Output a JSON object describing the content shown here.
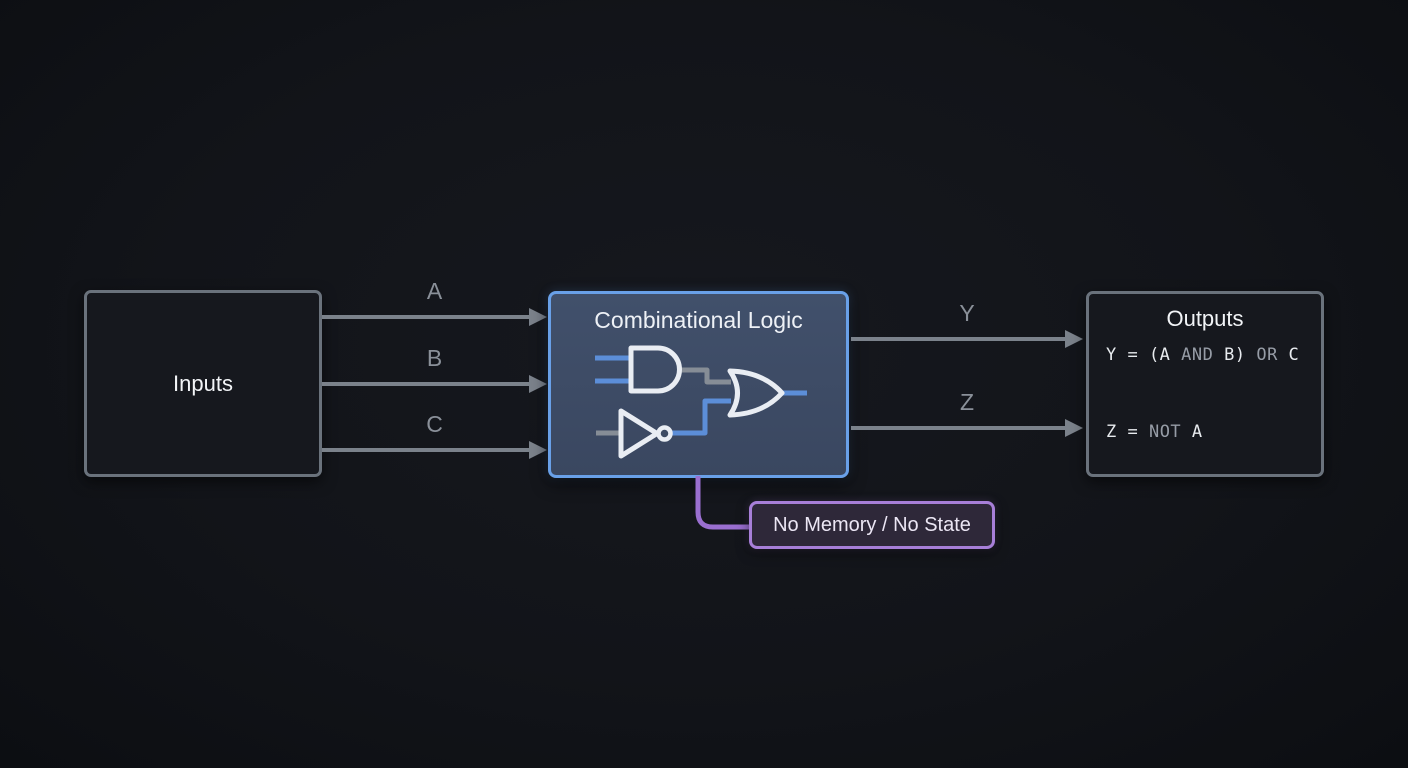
{
  "diagram": {
    "inputs_box": {
      "label": "Inputs"
    },
    "input_arrows": [
      {
        "label": "A"
      },
      {
        "label": "B"
      },
      {
        "label": "C"
      }
    ],
    "logic_box": {
      "title": "Combinational Logic",
      "gates": [
        "and-gate",
        "or-gate",
        "not-gate"
      ]
    },
    "output_arrows": [
      {
        "label": "Y"
      },
      {
        "label": "Z"
      }
    ],
    "outputs_box": {
      "title": "Outputs",
      "formulas": [
        "Y = (A AND B) OR C",
        "Z = NOT A"
      ]
    },
    "callout": {
      "label": "No Memory / No State"
    },
    "colors": {
      "background": "#121419",
      "box_border_gray": "#6a727c",
      "logic_box_fill": "#3d4b63",
      "logic_box_border": "#69a0e8",
      "wire_blue": "#5c8ed8",
      "wire_gray": "#868d96",
      "gate_stroke": "#e9edf3",
      "arrow_gray": "#7b828b",
      "label_gray": "#8a9099",
      "callout_border": "#a77fd8",
      "callout_fill": "#2e2839"
    }
  }
}
